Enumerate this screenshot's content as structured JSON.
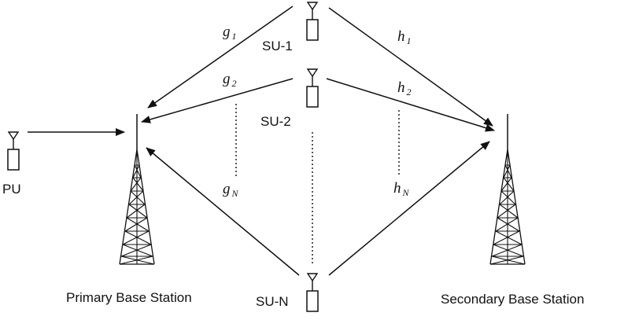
{
  "nodes": {
    "pu": "PU",
    "su_1": "SU-1",
    "su_2": "SU-2",
    "su_n": "SU-N",
    "primary_bs": "Primary Base Station",
    "secondary_bs": "Secondary Base Station"
  },
  "channels": {
    "g1": {
      "symbol": "g",
      "subscript": "1"
    },
    "g2": {
      "symbol": "g",
      "subscript": "2"
    },
    "gN": {
      "symbol": "g",
      "subscript": "N"
    },
    "h1": {
      "symbol": "h",
      "subscript": "1"
    },
    "h2": {
      "symbol": "h",
      "subscript": "2"
    },
    "hN": {
      "symbol": "h",
      "subscript": "N"
    }
  },
  "colors": {
    "ink": "#111111",
    "background": "#ffffff"
  },
  "icons": {
    "user_terminal": "antenna-handset-icon",
    "base_station": "lattice-tower-icon"
  }
}
